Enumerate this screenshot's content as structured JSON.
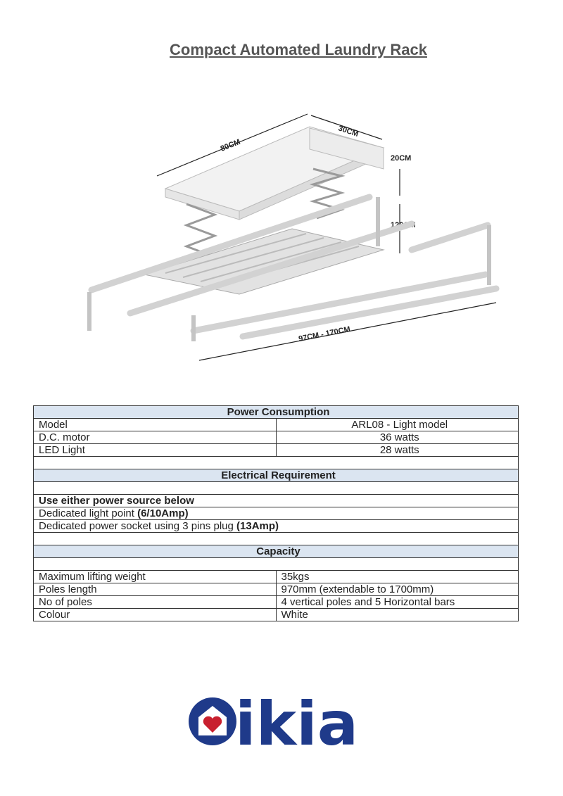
{
  "title": "Compact Automated Laundry Rack",
  "product_image": {
    "dimension_labels": {
      "length": "80CM",
      "width": "30CM",
      "height": "20CM",
      "drop": "120CM",
      "extension": "97CM - 170CM"
    }
  },
  "power": {
    "header": "Power Consumption",
    "rows": [
      {
        "label": "Model",
        "value": "ARL08 - Light model"
      },
      {
        "label": "D.C. motor",
        "value": "36 watts"
      },
      {
        "label": "LED Light",
        "value": "28 watts"
      }
    ]
  },
  "electrical": {
    "header": "Electrical Requirement",
    "intro": "Use either power source below",
    "source1_text": "Dedicated light point ",
    "source1_bold": "(6/10Amp)",
    "source2_text": "Dedicated power socket using 3 pins plug ",
    "source2_bold": "(13Amp)"
  },
  "capacity": {
    "header": "Capacity",
    "rows": [
      {
        "label": "Maximum lifting weight",
        "value": "35kgs"
      },
      {
        "label": "Poles length",
        "value": "970mm (extendable to 1700mm)"
      },
      {
        "label": "No of poles",
        "value": "4 vertical poles and 5 Horizontal bars"
      },
      {
        "label": "Colour",
        "value": "White"
      }
    ]
  },
  "logo": {
    "text": "ikia",
    "color": "#1f3a8a",
    "heart_color": "#c8202f"
  }
}
